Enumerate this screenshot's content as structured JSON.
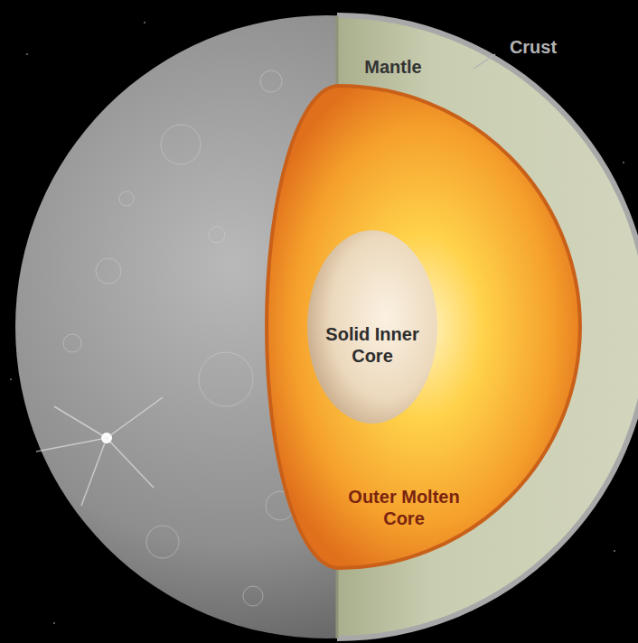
{
  "diagram": {
    "labels": [
      "Crust",
      "Mantle",
      "Solid Inner Core",
      "Outer Molten Core"
    ]
  }
}
